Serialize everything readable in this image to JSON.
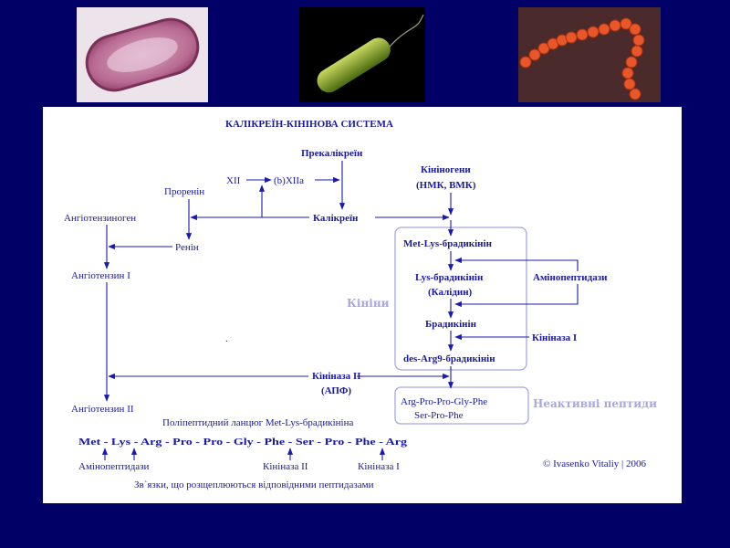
{
  "colors": {
    "background": "#000066",
    "panel": "#ffffff",
    "text": "#1a1aa0",
    "box": "#a8a8e0"
  },
  "photos": [
    "cell-micrograph",
    "rod-bacterium-micrograph",
    "streptococcus-chain-micrograph"
  ],
  "diagram": {
    "title": "КАЛІКРЕЇН-КІНІНОВА СИСТЕМА",
    "prekallikrein": "Прекалікреїн",
    "xii": "XII",
    "bxiia": "(b)XIIa",
    "prorenin": "Проренін",
    "kininogens_1": "Кініногени",
    "kininogens_2": "(НМК, ВМК)",
    "angiotensinogen": "Ангіотензиноген",
    "kallikrein": "Калікреїн",
    "met_lys_bradykinin": "Met-Lys-брадикінін",
    "renin": "Ренін",
    "angiotensin_1": "Ангіотензин І",
    "lys_bradykinin": "Lys-брадикінін",
    "kallidin": "(Калідин)",
    "aminopeptidases": "Амінопептидази",
    "kinins": "Кініни",
    "bradykinin": "Брадикінін",
    "kininase_1": "Кініназа І",
    "dot": ".",
    "des_arg9": "des-Arg9-брадикінін",
    "kininase_2": "Кініназа ІІ",
    "ace": "(АПФ)",
    "inactive_line1": "Arg-Pro-Pro-Gly-Phe",
    "inactive_line2": "Ser-Pro-Phe",
    "inactive_peptides": "Неактивні пептиди",
    "angiotensin_2": "Ангіотензин ІІ",
    "polypeptide_caption": "Поліпептидний ланцюг Met-Lys-брадикініна",
    "sequence": "Met - Lys - Arg - Pro - Pro - Gly - Phe - Ser - Pro - Phe - Arg",
    "seq_aminopeptidases": "Амінопептидази",
    "seq_kininase_2": "Кініназа ІІ",
    "seq_kininase_1": "Кініназа І",
    "copyright": "© Ivasenko Vitaliy | 2006",
    "footer": "Зв`язки, що розщеплюються відповідними пептидазами"
  }
}
